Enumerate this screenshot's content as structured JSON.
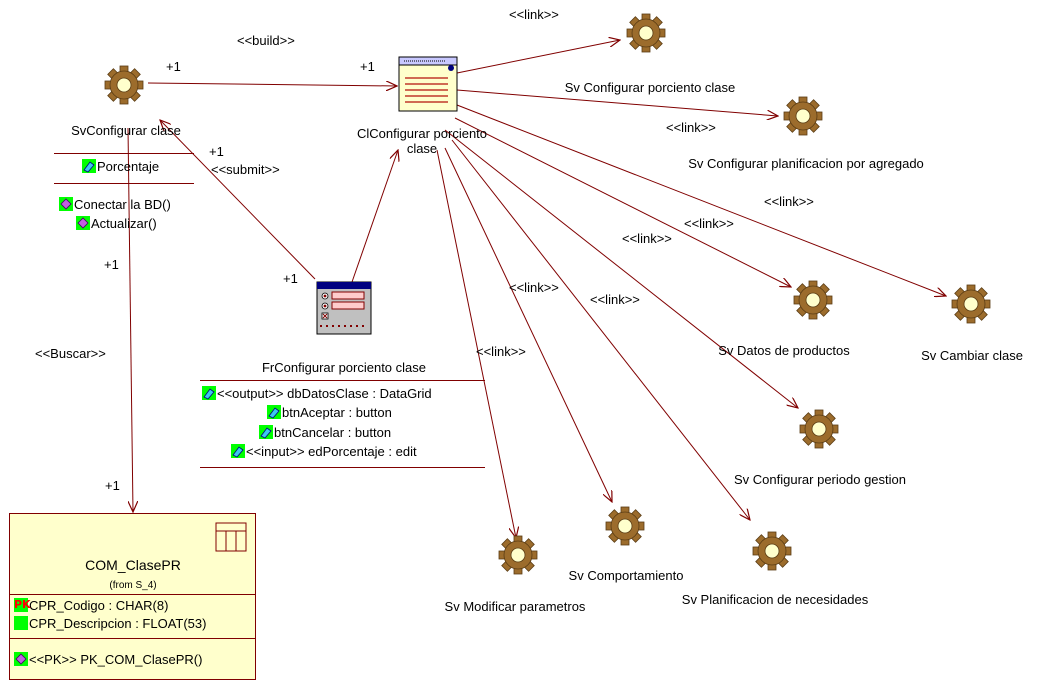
{
  "nodes": {
    "sv_configurar_clase": "SvConfigurar clase",
    "cl_configurar_porciento_clase": "ClConfigurar porciento clase",
    "fr_configurar_porciento_clase": "FrConfigurar porciento clase",
    "sv_configurar_porciento_clase": "Sv Configurar porciento clase",
    "sv_configurar_planificacion": "Sv Configurar planificacion por agregado",
    "sv_datos_productos": "Sv Datos de productos",
    "sv_cambiar_clase": "Sv Cambiar clase",
    "sv_configurar_periodo": "Sv Configurar periodo gestion",
    "sv_modificar_parametros": "Sv Modificar parametros",
    "sv_comportamiento": "Sv Comportamiento",
    "sv_planificacion_necesidades": "Sv Planificacion de necesidades"
  },
  "sv_class": {
    "attributes": [
      "Porcentaje"
    ],
    "operations": [
      "Conectar la BD()",
      "Actualizar()"
    ]
  },
  "form_class": {
    "attributes": [
      "<<output>> dbDatosClase : DataGrid",
      "btnAceptar : button",
      "btnCancelar : button",
      "<<input>> edPorcentaje : edit"
    ]
  },
  "table": {
    "name": "COM_ClasePR",
    "from": "(from S_4)",
    "pk_marker": "PK",
    "columns": [
      "CPR_Codigo : CHAR(8)",
      "CPR_Descripcion : FLOAT(53)"
    ],
    "operations": [
      "<<PK>> PK_COM_ClasePR()"
    ]
  },
  "edges": {
    "build": "<<build>>",
    "submit": "<<submit>>",
    "buscar": "<<Buscar>>",
    "link": "<<link>>"
  },
  "multiplicities": {
    "build_src": "+1",
    "build_dst": "+1",
    "submit_dst": "+1",
    "submit_src": "+1",
    "buscar_src": "+1",
    "buscar_dst": "+1"
  },
  "colors": {
    "line": "#800000",
    "gear": "#9c6c2c",
    "gear_inner": "#ffffcc",
    "highlight": "#00ff00",
    "table_fill": "#ffffcc"
  }
}
